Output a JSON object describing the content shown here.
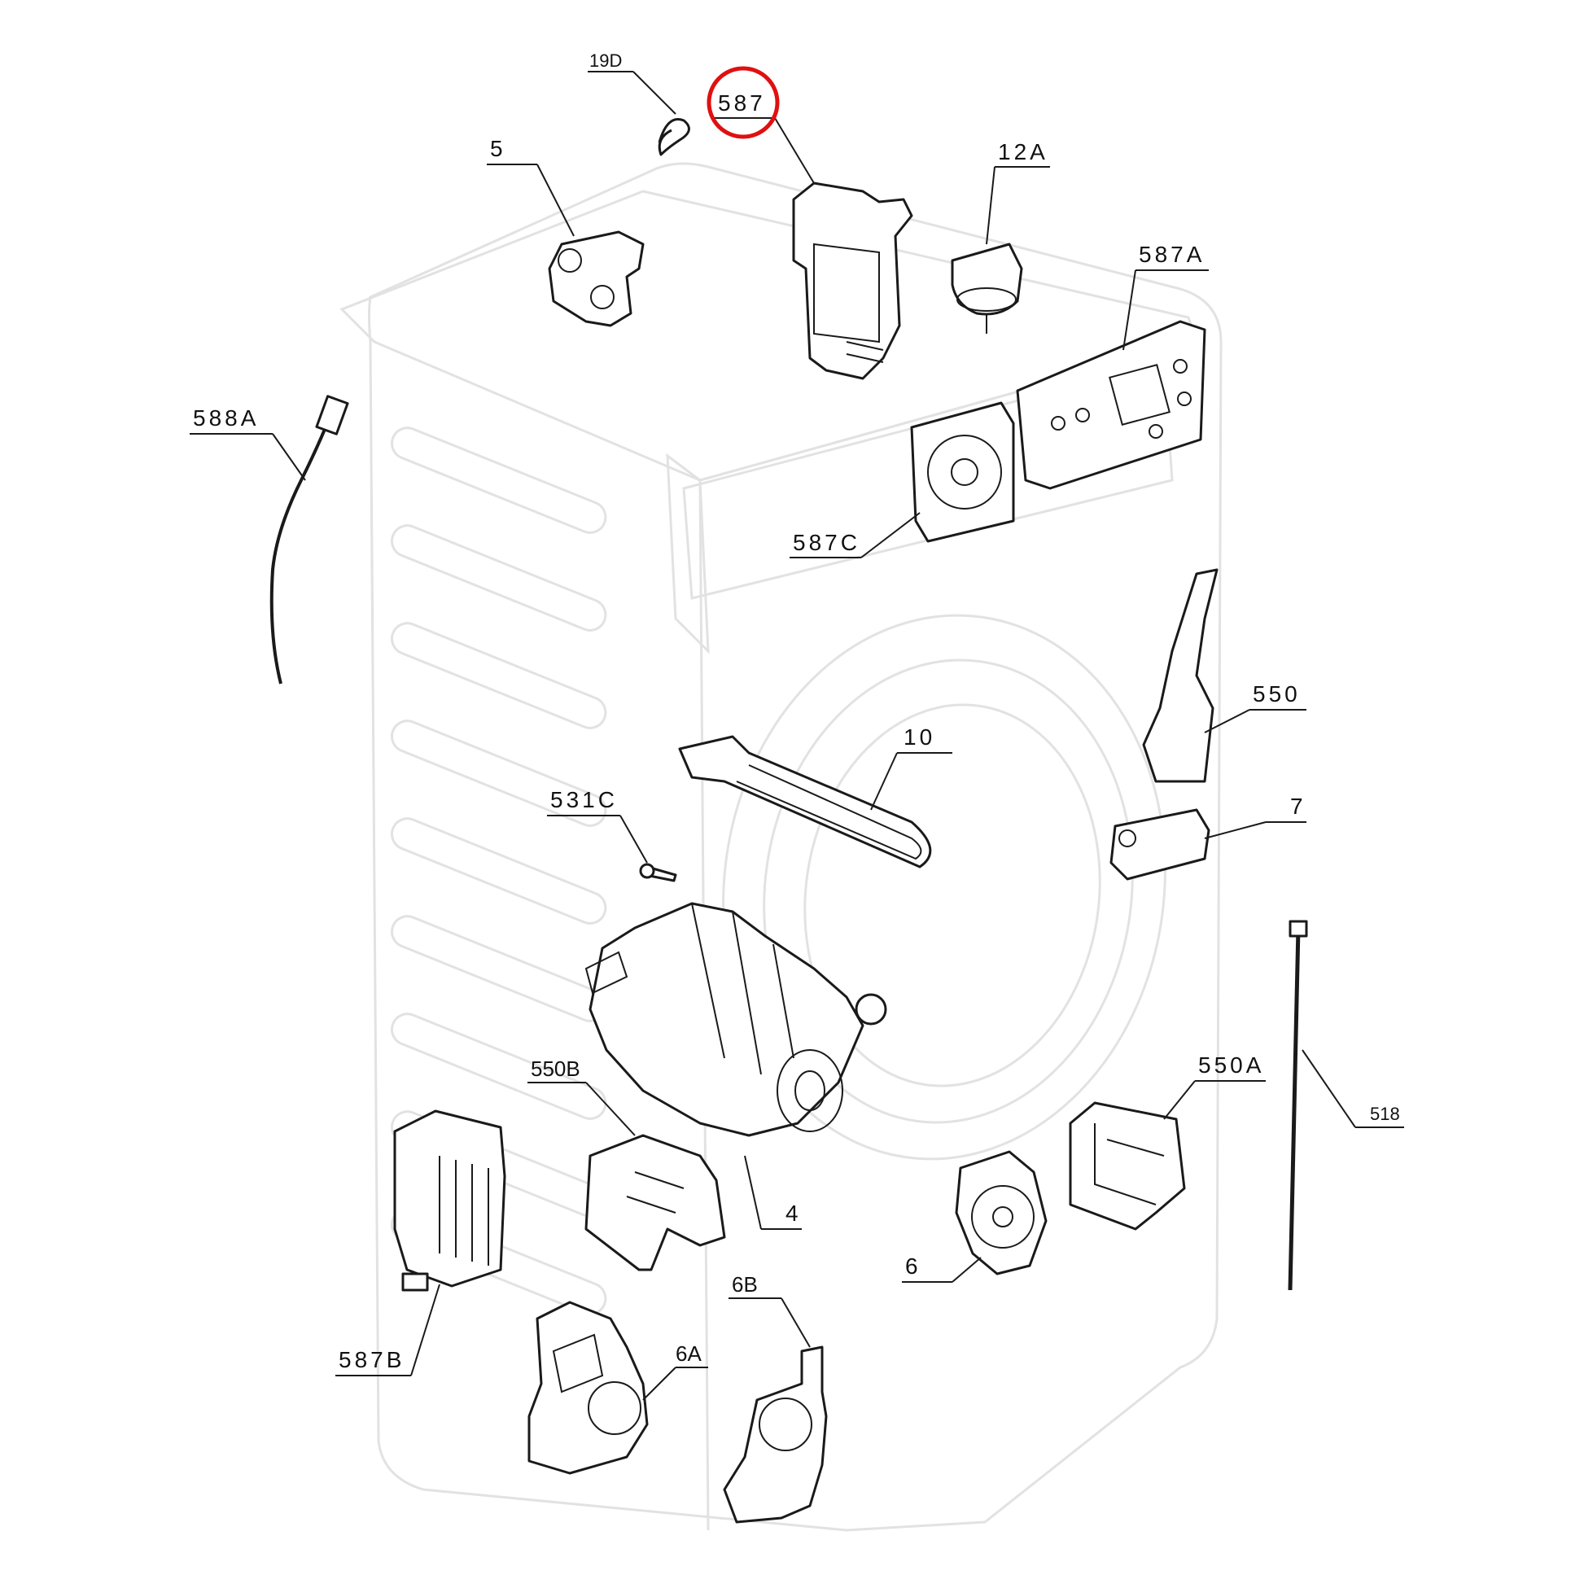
{
  "highlight_color": "#e01010",
  "highlighted_part": "587",
  "labels": {
    "p19D": "19D",
    "p587": "587",
    "p5": "5",
    "p12A": "12A",
    "p587A": "587A",
    "p588A": "588A",
    "p587C": "587C",
    "p550": "550",
    "p10": "10",
    "p531C": "531C",
    "p7": "7",
    "p550B": "550B",
    "p550A": "550A",
    "p518": "518",
    "p4": "4",
    "p6": "6",
    "p6B": "6B",
    "p6A": "6A",
    "p587B": "587B"
  },
  "parts": [
    {
      "id": "19D",
      "icon": "hose-clip-icon"
    },
    {
      "id": "587",
      "icon": "control-module-icon"
    },
    {
      "id": "5",
      "icon": "inlet-valve-icon"
    },
    {
      "id": "12A",
      "icon": "pressure-switch-icon"
    },
    {
      "id": "587A",
      "icon": "display-board-icon"
    },
    {
      "id": "587C",
      "icon": "knob-board-icon"
    },
    {
      "id": "588A",
      "icon": "power-cord-icon"
    },
    {
      "id": "550",
      "icon": "wire-harness-icon"
    },
    {
      "id": "10",
      "icon": "heating-element-icon"
    },
    {
      "id": "531C",
      "icon": "screw-icon"
    },
    {
      "id": "7",
      "icon": "door-lock-icon"
    },
    {
      "id": "4",
      "icon": "motor-icon"
    },
    {
      "id": "550B",
      "icon": "motor-cover-icon"
    },
    {
      "id": "550A",
      "icon": "cover-bracket-icon"
    },
    {
      "id": "518",
      "icon": "sensor-rod-icon"
    },
    {
      "id": "6",
      "icon": "pump-icon"
    },
    {
      "id": "6B",
      "icon": "drain-pump-icon"
    },
    {
      "id": "6A",
      "icon": "circulation-pump-icon"
    },
    {
      "id": "587B",
      "icon": "filter-box-icon"
    }
  ]
}
